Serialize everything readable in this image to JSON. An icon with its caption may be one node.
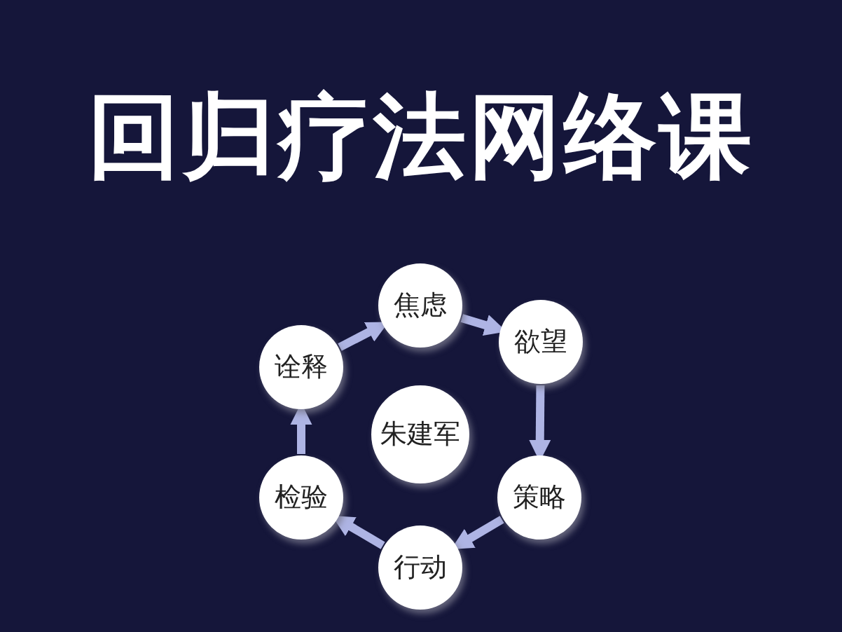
{
  "diagram": {
    "title": "回归疗法网络课",
    "nodes": [
      {
        "text": [
          "朱建军"
        ]
      },
      {
        "text": [
          "焦虑"
        ]
      },
      {
        "text": [
          "欲望"
        ]
      },
      {
        "text": [
          "策略"
        ]
      },
      {
        "text": [
          "行动"
        ]
      },
      {
        "text": [
          "检验"
        ]
      },
      {
        "text": [
          "诠释"
        ]
      }
    ],
    "edges": [
      {
        "from": 1,
        "to": 2,
        "arrow": "to"
      },
      {
        "from": 2,
        "to": 3,
        "arrow": "to"
      },
      {
        "from": 3,
        "to": 4,
        "arrow": "to"
      },
      {
        "from": 4,
        "to": 5,
        "arrow": "to"
      },
      {
        "from": 5,
        "to": 6,
        "arrow": "to"
      },
      {
        "from": 6,
        "to": 1,
        "arrow": "to"
      }
    ]
  }
}
